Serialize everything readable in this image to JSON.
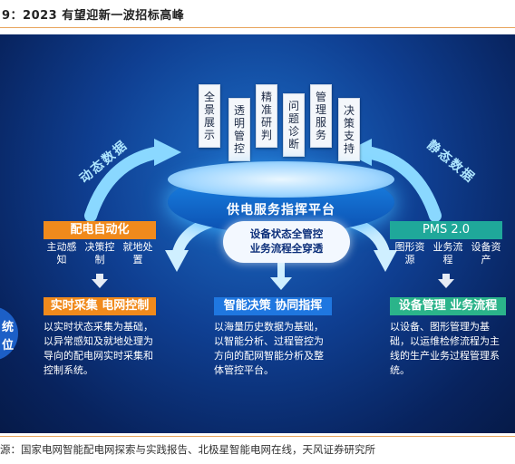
{
  "caption": "9：2023 有望迎新一波招标高峰",
  "source": "源：国家电网智能配电网探索与实践报告、北极星智能电网在线，天风证券研究所",
  "diagram": {
    "top_labels": [
      "全景展示",
      "透明管控",
      "精准研判",
      "问题诊断",
      "管理服务",
      "决策支持"
    ],
    "platform": "供电服务指挥平台",
    "dynamic_data": "动态数据",
    "static_data": "静态数据",
    "cloud_line1": "设备状态全管控",
    "cloud_line2": "业务流程全穿透",
    "left": {
      "title": "配电自动化",
      "subs": [
        "主动感知",
        "决策控制",
        "就地处置"
      ],
      "head2": "实时采集  电网控制",
      "desc": [
        "以实时状态采集为基础，",
        "以异常感知及就地处理为",
        "导向的配电网实时采集和",
        "控制系统。"
      ]
    },
    "middle": {
      "head2": "智能决策  协同指挥",
      "desc": [
        "以海量历史数据为基础，",
        "以智能分析、过程管控为",
        "方向的配网智能分析及整",
        "体管控平台。"
      ]
    },
    "right": {
      "title": "PMS 2.0",
      "subs": [
        "图形资源",
        "业务流程",
        "设备资产"
      ],
      "head2": "设备管理  业务流程",
      "desc": [
        "以设备、图形管理为基",
        "础，以运维检修流程为主",
        "线的生产业务过程管理系",
        "统。"
      ]
    },
    "left_edge": [
      "统",
      "位"
    ]
  },
  "colors": {
    "orange": "#f08a1c",
    "green": "#2bb48a",
    "blue_head": "#1f77e0"
  }
}
